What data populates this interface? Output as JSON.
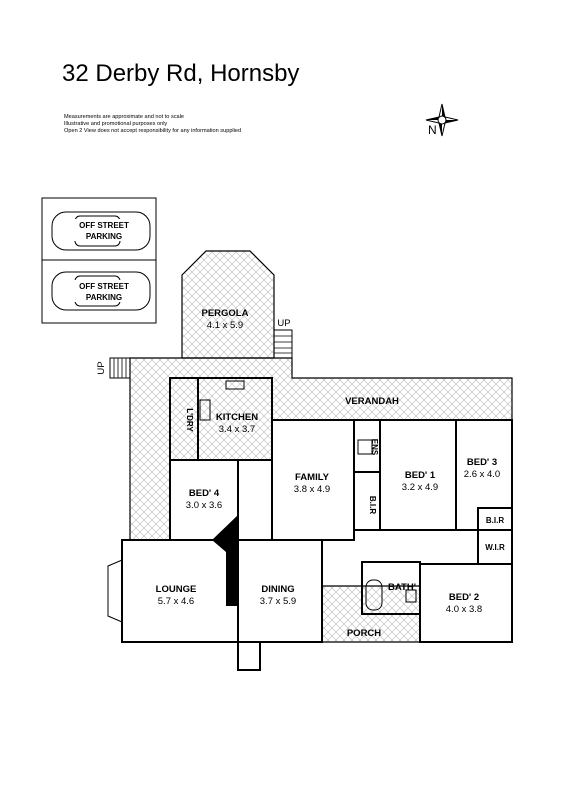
{
  "title": "32 Derby Rd, Hornsby",
  "disclaimer": [
    "Measurements are approximate and not to scale",
    "Illustrative and promotional purposes only",
    "Open 2 View does not accept responsibility for any information supplied"
  ],
  "compass": {
    "label": "N",
    "icon": "compass-rose-icon"
  },
  "parking": [
    {
      "line1": "OFF STREET",
      "line2": "PARKING"
    },
    {
      "line1": "OFF STREET",
      "line2": "PARKING"
    }
  ],
  "labels": {
    "up_left": "UP",
    "up_right": "UP",
    "verandah": "VERANDAH",
    "porch": "PORCH"
  },
  "rooms": {
    "pergola": {
      "name": "PERGOLA",
      "size": "4.1 x 5.9"
    },
    "kitchen": {
      "name": "KITCHEN",
      "size": "3.4 x 3.7"
    },
    "laundry": {
      "name": "L'DRY"
    },
    "family": {
      "name": "FAMILY",
      "size": "3.8 x 4.9"
    },
    "ens": {
      "name": "ENS"
    },
    "bir1": {
      "name": "B.I.R"
    },
    "bed1": {
      "name": "BED' 1",
      "size": "3.2 x 4.9"
    },
    "bed3": {
      "name": "BED' 3",
      "size": "2.6 x 4.0"
    },
    "bir2": {
      "name": "B.I.R"
    },
    "wir": {
      "name": "W.I.R"
    },
    "bed4": {
      "name": "BED' 4",
      "size": "3.0 x 3.6"
    },
    "lounge": {
      "name": "LOUNGE",
      "size": "5.7 x 4.6"
    },
    "dining": {
      "name": "DINING",
      "size": "3.7 x 5.9"
    },
    "bath": {
      "name": "BATH'"
    },
    "bed2": {
      "name": "BED' 2",
      "size": "4.0 x 3.8"
    }
  }
}
